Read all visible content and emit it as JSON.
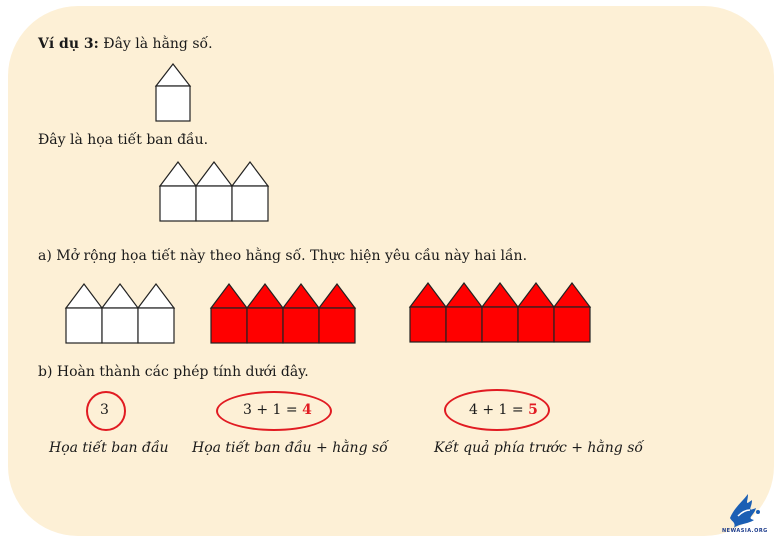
{
  "example": {
    "label": "Ví dụ 3:",
    "intro": "Đây là hằng số."
  },
  "pattern_intro": "Đây là họa tiết ban đầu.",
  "part_a": {
    "text": "a) Mở rộng họa tiết này theo hằng số. Thực hiện yêu cầu này hai lần.",
    "figures": [
      {
        "houses": 3,
        "fill": "#ffffff"
      },
      {
        "houses": 4,
        "fill": "#ff0000"
      },
      {
        "houses": 5,
        "fill": "#ff0000"
      }
    ]
  },
  "part_b": {
    "text": "b) Hoàn thành các phép tính dưới đây.",
    "calc1": {
      "value": "3",
      "caption": "Họa tiết ban đầu"
    },
    "calc2": {
      "expr": "3 + 1  =",
      "answer": "4",
      "caption": "Họa tiết ban đầu + hằng số"
    },
    "calc3": {
      "expr": "4 + 1 =",
      "answer": "5",
      "caption": "Kết quả phía trước + hằng số"
    }
  },
  "colors": {
    "background": "#fdf0d6",
    "accent_red": "#e11b22",
    "house_red": "#ff0000",
    "logo_blue": "#1b5fb4"
  },
  "logo": {
    "icon": "phoenix-logo-icon",
    "text": "NEWASIA.ORG"
  }
}
